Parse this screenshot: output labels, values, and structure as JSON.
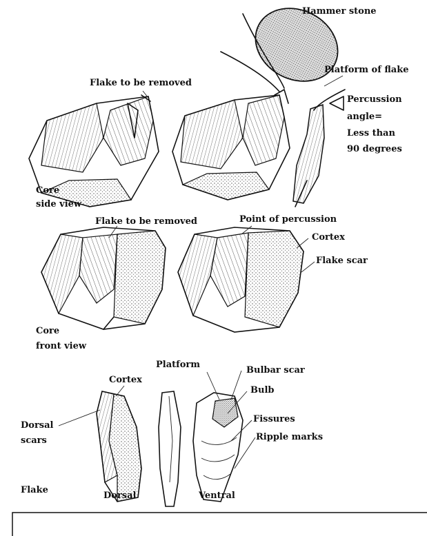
{
  "labels": {
    "hammer_stone": "Hammer stone",
    "platform_of_flake": "Platform of flake",
    "flake_to_be_removed_1": "Flake to be removed",
    "percussion_1": "Percussion",
    "percussion_2": "angle=",
    "percussion_3": "Less than",
    "percussion_4": "90 degrees",
    "core_side_1": "Core",
    "core_side_2": "side view",
    "flake_to_be_removed_2": "Flake to be removed",
    "point_of_percussion": "Point of percussion",
    "cortex_core": "Cortex",
    "flake_scar": "Flake scar",
    "core_front_1": "Core",
    "core_front_2": "front view",
    "platform": "Platform",
    "bulbar_scar": "Bulbar scar",
    "cortex_flake": "Cortex",
    "bulb": "Bulb",
    "fissures": "Fissures",
    "ripple_marks": "Ripple marks",
    "dorsal_1": "Dorsal",
    "dorsal_2": "scars",
    "flake": "Flake",
    "dorsal": "Dorsal",
    "ventral": "Ventral"
  },
  "colors": {
    "ink": "#111111",
    "background": "#ffffff",
    "stipple": "#555555"
  }
}
